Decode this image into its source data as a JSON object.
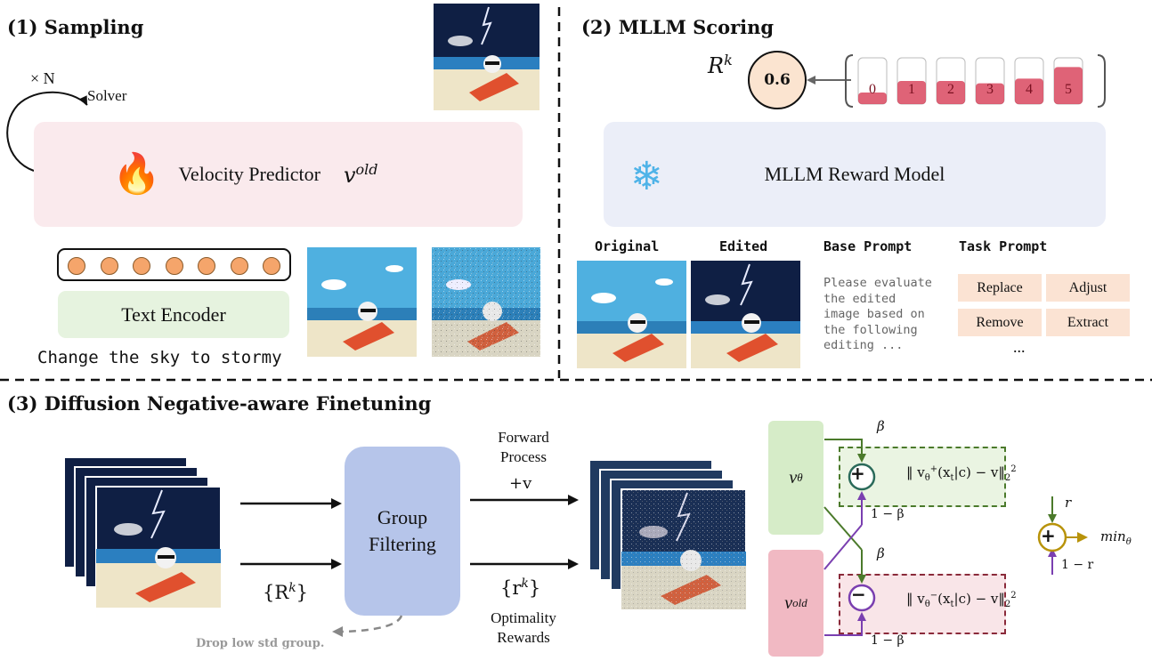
{
  "sections": {
    "sampling": "(1) Sampling",
    "scoring": "(2) MLLM Scoring",
    "finetuning": "(3) Diffusion Negative-aware Finetuning"
  },
  "sampling": {
    "times_n": "× N",
    "solver": "Solver",
    "velocity_label": "Velocity Predictor",
    "velocity_symbol": "v",
    "velocity_sup": "old",
    "text_encoder": "Text Encoder",
    "instruction": "Change the sky to stormy",
    "token_count": 7
  },
  "scoring": {
    "reward_symbol": "R",
    "reward_sup": "k",
    "score": "0.6",
    "scale": [
      "0",
      "1",
      "2",
      "3",
      "4",
      "5"
    ],
    "scale_fill": [
      0.25,
      0.5,
      0.5,
      0.45,
      0.55,
      0.8
    ],
    "model": "MLLM Reward Model",
    "col_original": "Original",
    "col_edited": "Edited",
    "col_base": "Base Prompt",
    "col_task": "Task Prompt",
    "base_prompt_lines": [
      "Please evaluate",
      "the edited",
      "image based on",
      "the following",
      "editing ..."
    ],
    "tasks": [
      "Replace",
      "Adjust",
      "Remove",
      "Extract"
    ],
    "tasks_more": "..."
  },
  "finetuning": {
    "reward_set": "{R",
    "reward_set_sup": "k",
    "reward_set_close": "}",
    "group": [
      "Group",
      "Filtering"
    ],
    "drop": "Drop low std group.",
    "forward": [
      "Forward",
      "Process"
    ],
    "plus_v": "+v",
    "opt_set": "{r",
    "opt_set_sup": "k",
    "opt_set_close": "}",
    "opt_label": [
      "Optimality",
      "Rewards"
    ],
    "v_theta": "v",
    "v_theta_sub": "θ",
    "v_old": "v",
    "v_old_sup": "old",
    "beta": "β",
    "one_minus_beta": "1 − β",
    "loss_pos": "‖ v",
    "loss_pos_sub": "θ",
    "loss_pos_sup": "+",
    "loss_neg_sup": "−",
    "loss_arg": "(x",
    "loss_arg_sub": "t",
    "loss_arg_end": "|c)  −  v‖",
    "norm_sup": "2",
    "norm_sub": "2",
    "r": "r",
    "one_minus_r": "1 − r",
    "min": "min",
    "min_sub": "θ",
    "plus": "+",
    "minus": "−"
  },
  "colors": {
    "green": "#4b7a2b",
    "red": "#8a2a3a",
    "purple": "#7a3fb0",
    "olive": "#b8930a",
    "scale_red": "#d9485f",
    "score_fill": "#fbe4d0"
  }
}
